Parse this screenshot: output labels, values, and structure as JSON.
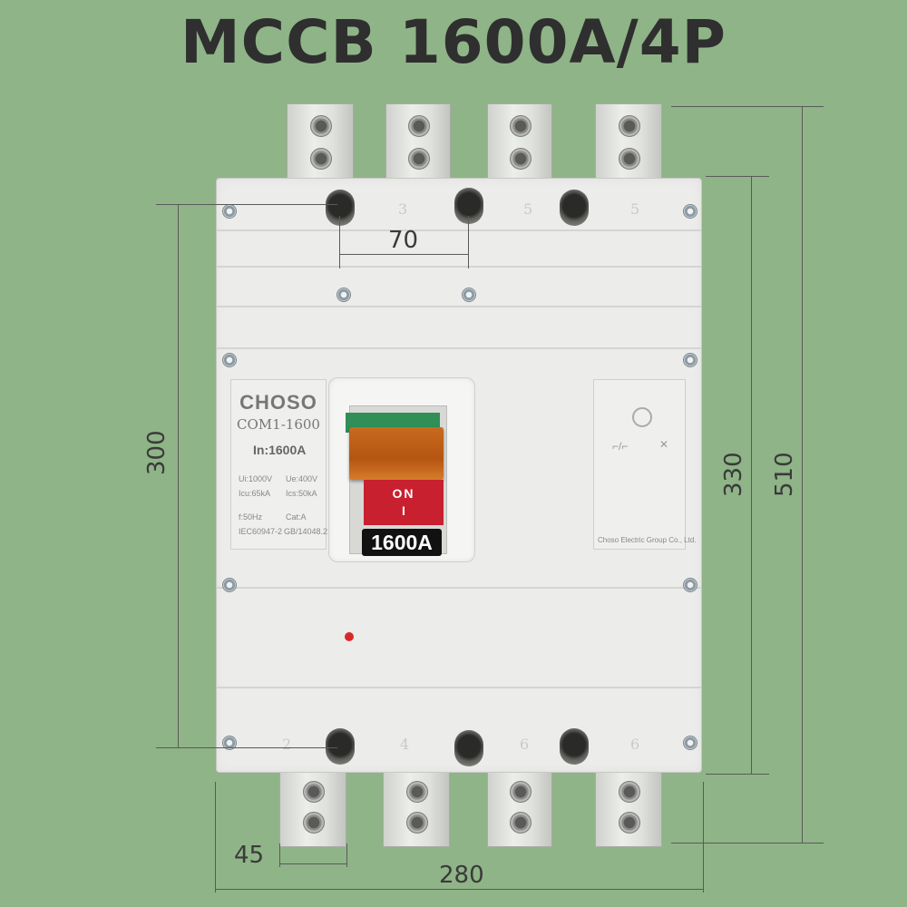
{
  "title": "MCCB 1600A/4P",
  "label_panel": {
    "brand": "CHOSO",
    "model": "COM1-1600",
    "rating": "In:1600A",
    "ui": "Ui:1000V",
    "ue": "Ue:400V",
    "icu": "Icu:65kA",
    "ics": "Ics:50kA",
    "freq": "f:50Hz",
    "cat": "Cat:A",
    "std1": "IEC60947-2",
    "std2": "GB/14048.2"
  },
  "handle": {
    "on_label": "ON",
    "on_symbol": "I",
    "amp_badge": "1600A"
  },
  "right_panel": {
    "company": "Choso Electric Group Co., Ltd.",
    "switch_symbol": "⌐/⌐",
    "x_symbol": "✕"
  },
  "terminal_numbers_top": [
    "3",
    "5",
    "5"
  ],
  "terminal_numbers_bottom": [
    "2",
    "4",
    "6",
    "6"
  ],
  "dimensions": {
    "pole_pitch": "70",
    "mount_height": "300",
    "body_height": "330",
    "total_height": "510",
    "bar_width": "45",
    "total_width": "280"
  },
  "colors": {
    "background": "#8fb487",
    "lever": "#c96a1e",
    "on_panel": "#c8202f",
    "green_tab": "#2f8f57"
  }
}
